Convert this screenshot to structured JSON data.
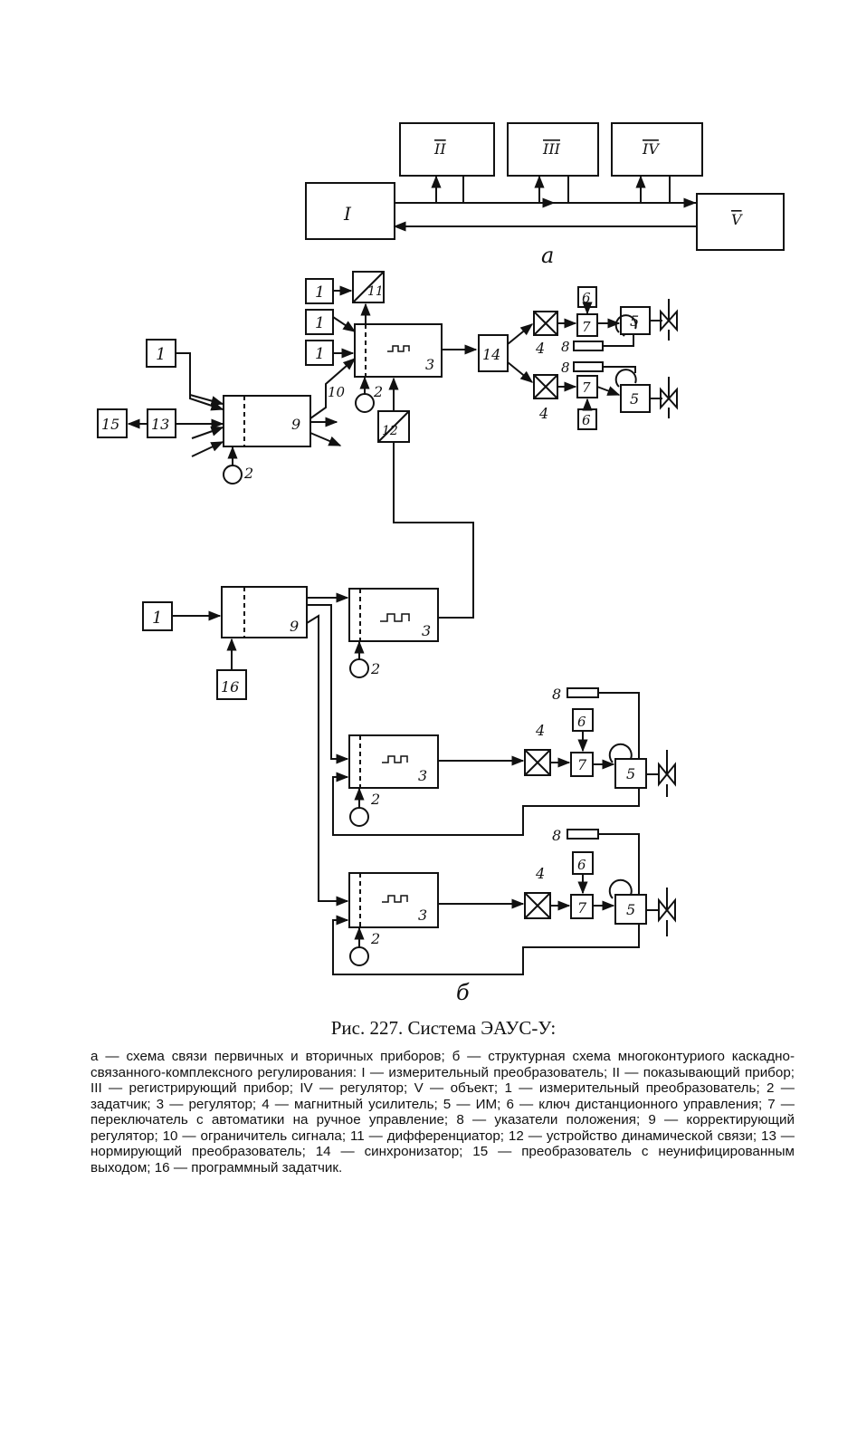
{
  "part_a": {
    "label": "а",
    "blocks": {
      "I": "I",
      "II": "II",
      "III": "III",
      "IV": "IV",
      "V": "V"
    }
  },
  "part_b": {
    "label": "б",
    "numbers": [
      "1",
      "2",
      "3",
      "4",
      "5",
      "6",
      "7",
      "8",
      "9",
      "10",
      "11",
      "12",
      "13",
      "14",
      "15",
      "16"
    ]
  },
  "caption": "Рис. 227. Система ЭАУС-У:",
  "legend": "а — схема связи первичных и вторичных приборов; б — структурная схема многоконтуриого каскадно-связанного-комплексного регулирования: I — измерительный преобразователь; II — показывающий прибор; III — регистрирующий прибор; IV — регулятор; V — объект; 1 — измерительный преобразователь; 2 — задатчик; 3 — регулятор; 4 — магнитный усилитель; 5 — ИМ; 6 — ключ дистанционного управления; 7 — переключатель с автоматики на ручное управление; 8 — указатели положения; 9 — корректирующий регулятор; 10 — ограничитель сигнала; 11 — дифференциатор; 12 — устройство динамической связи; 13 — нормирующий преобразователь; 14 — синхронизатор; 15 — преобразователь с неунифицированным выходом; 16 — программный задатчик."
}
